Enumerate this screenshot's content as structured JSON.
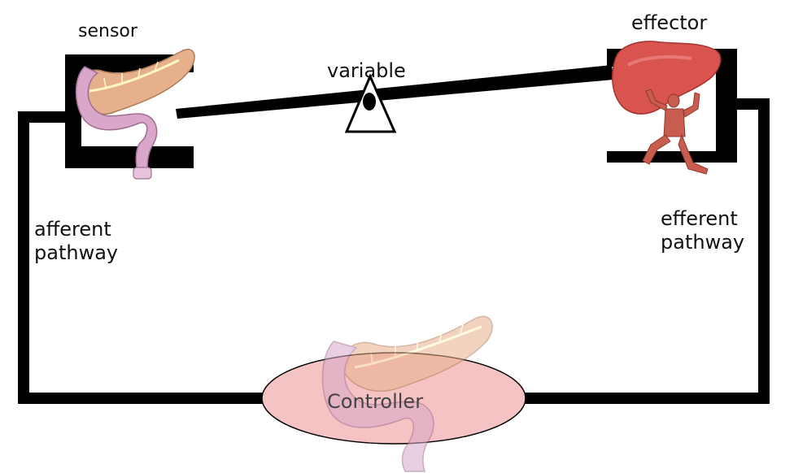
{
  "labels": {
    "sensor": "sensor",
    "effector": "effector",
    "variable": "variable",
    "afferent": [
      "afferent",
      "pathway"
    ],
    "efferent": [
      "efferent",
      "pathway"
    ],
    "controller": "Controller"
  },
  "icons": {
    "sensor": "pancreas-icon",
    "effector": "liver-icon",
    "muscle": "muscle-figure-icon",
    "controller": "pancreas-icon",
    "fulcrum": "triangle-fulcrum-icon"
  },
  "colors": {
    "line": "#000000",
    "controller_fill": "#f5c3c3",
    "pancreas": "#e7b08c",
    "duodenum": "#d9a7c9",
    "liver": "#d9534f",
    "muscle": "#c85c4e"
  }
}
